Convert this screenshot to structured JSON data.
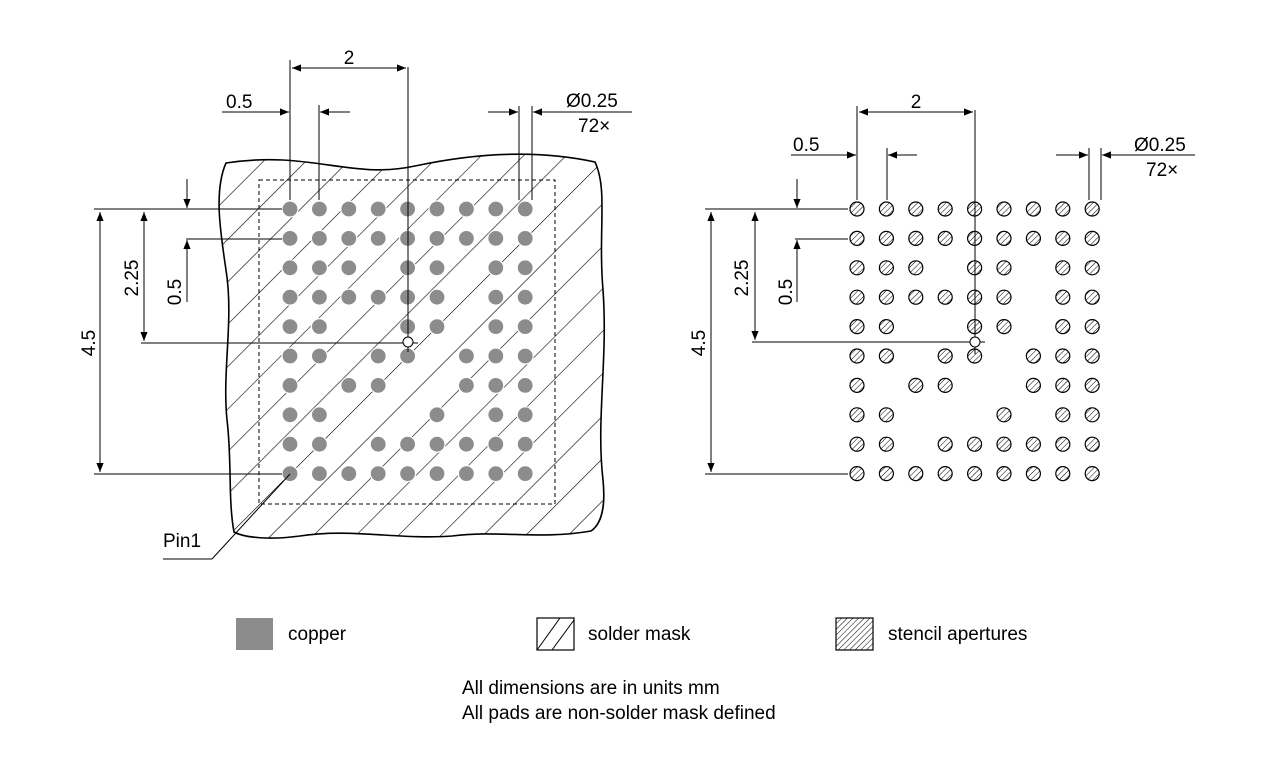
{
  "left_view": {
    "dim_pitch_x": "2",
    "dim_pad_pitch_x": "0.5",
    "dim_diameter": "Ø0.25",
    "dim_count": "72×",
    "dim_half_height": "2.25",
    "dim_pad_pitch_y": "0.5",
    "dim_height": "4.5",
    "pin_label": "Pin1"
  },
  "right_view": {
    "dim_pitch_x": "2",
    "dim_pad_pitch_x": "0.5",
    "dim_diameter": "Ø0.25",
    "dim_count": "72×",
    "dim_half_height": "2.25",
    "dim_pad_pitch_y": "0.5",
    "dim_height": "4.5"
  },
  "grid": {
    "rows": 10,
    "cols": 9,
    "pattern": [
      "111111111",
      "111111111",
      "111011011",
      "111111011",
      "110011011",
      "110110111",
      "101100111",
      "110001011",
      "110111111",
      "111111111"
    ]
  },
  "legend": {
    "copper": "copper",
    "solder_mask": "solder mask",
    "stencil": "stencil apertures"
  },
  "colors": {
    "copper": "#8c8c8c",
    "line": "#000000"
  },
  "notes": {
    "line1": "All dimensions are in units mm",
    "line2": "All pads are non-solder mask defined"
  }
}
